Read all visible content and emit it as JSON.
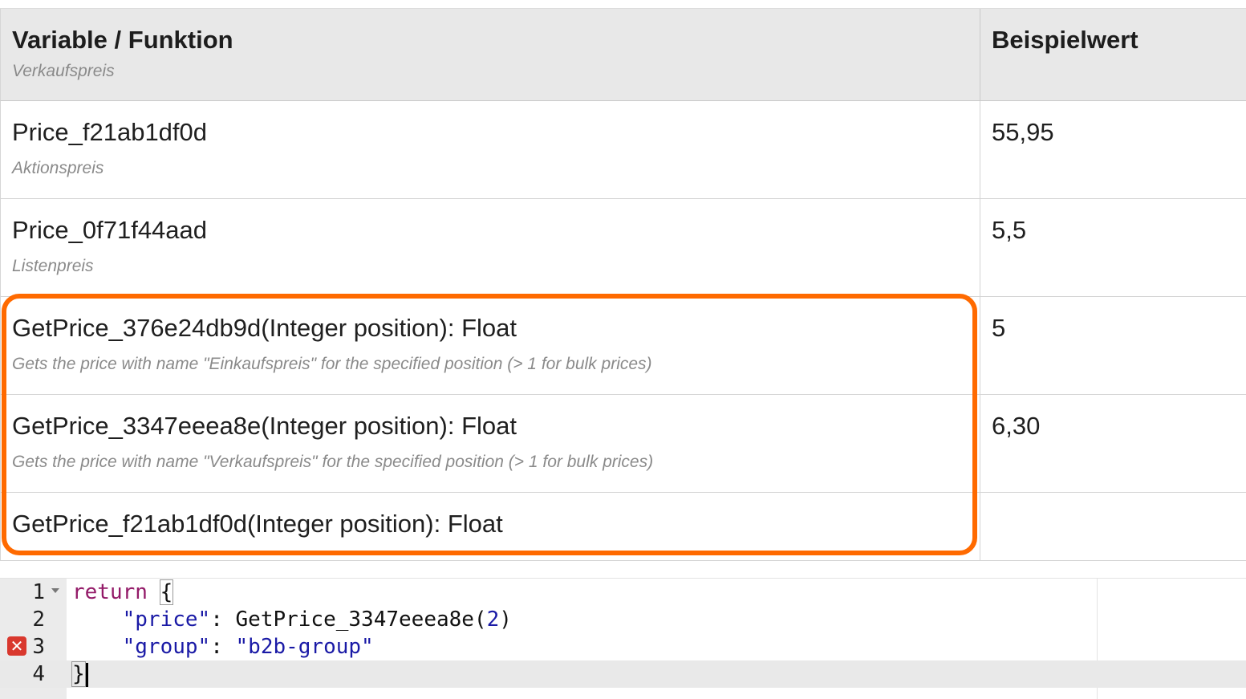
{
  "table": {
    "header": {
      "col1_title": "Variable / Funktion",
      "col1_sub": "Verkaufspreis",
      "col2_title": "Beispielwert"
    },
    "rows": [
      {
        "name": "Price_f21ab1df0d",
        "desc": "Aktionspreis",
        "value": "55,95"
      },
      {
        "name": "Price_0f71f44aad",
        "desc": "Listenpreis",
        "value": "5,5"
      },
      {
        "name": "GetPrice_376e24db9d(Integer position): Float",
        "desc": "Gets the price with name \"Einkaufspreis\" for the specified position (> 1 for bulk prices)",
        "value": "5"
      },
      {
        "name": "GetPrice_3347eeea8e(Integer position): Float",
        "desc": "Gets the price with name \"Verkaufspreis\" for the specified position (> 1 for bulk prices)",
        "value": "6,30"
      },
      {
        "name": "GetPrice_f21ab1df0d(Integer position): Float",
        "desc": "",
        "value": ""
      }
    ]
  },
  "highlight_color": "#ff6a00",
  "editor": {
    "line_numbers": [
      "1",
      "2",
      "3",
      "4"
    ],
    "error_line": "3",
    "code": {
      "l1_kw": "return",
      "l1_brace": "{",
      "l2_key": "\"price\"",
      "l2_colon": ": ",
      "l2_fn": "GetPrice_3347eeea8e(",
      "l2_arg": "2",
      "l2_close": ")",
      "l3_key": "\"group\"",
      "l3_colon": ": ",
      "l3_val": "\"b2b-group\"",
      "l4_brace": "}"
    }
  }
}
